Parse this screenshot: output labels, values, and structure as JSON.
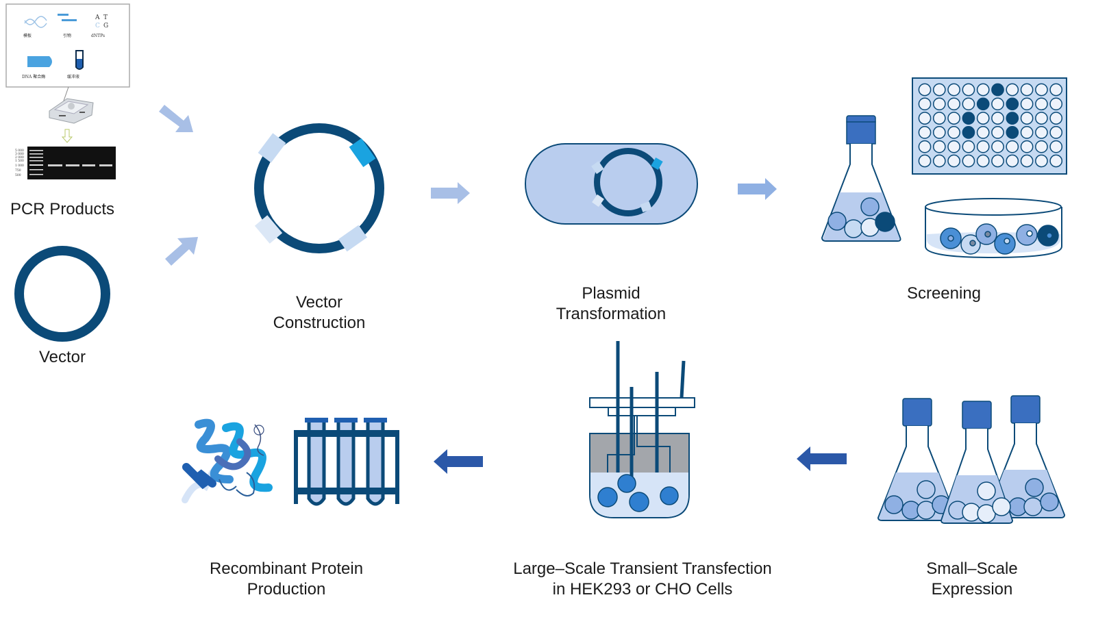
{
  "colors": {
    "dark_blue": "#0b4a78",
    "mid_blue": "#2f6db4",
    "light_blue": "#b9cdee",
    "pale_blue": "#d6e4f7",
    "arrow_light": "#a8bfe6",
    "arrow_dark": "#2b58a8",
    "cyan": "#1aa3e0"
  },
  "pcr_panel": {
    "reagents": [
      "模板",
      "引物",
      "dNTPs",
      "DNA 聚合酶",
      "缓冲液"
    ],
    "atgc": [
      "A",
      "T",
      "C",
      "G"
    ],
    "ladder": [
      "5 000",
      "3 000",
      "2 000",
      "1 500",
      "1 000",
      "750",
      "500"
    ]
  },
  "labels": {
    "pcr_products": "PCR Products",
    "vector": "Vector",
    "vector_construction": [
      "Vector",
      "Construction"
    ],
    "plasmid_transformation": [
      "Plasmid",
      "Transformation"
    ],
    "screening": "Screening",
    "small_scale": [
      "Small–Scale",
      "Expression"
    ],
    "large_scale": [
      "Large–Scale Transient Transfection",
      "in HEK293 or CHO Cells"
    ],
    "recombinant": [
      "Recombinant Protein",
      "Production"
    ]
  }
}
